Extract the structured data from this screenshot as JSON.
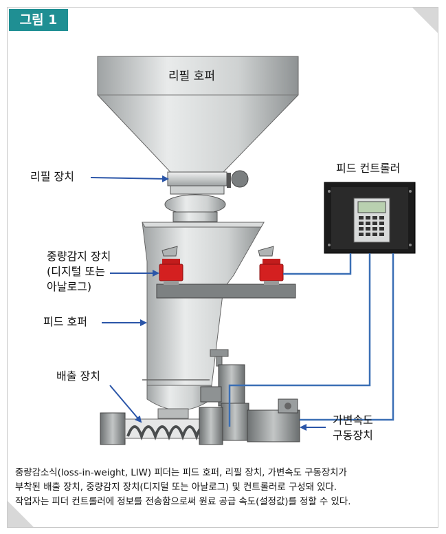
{
  "figure": {
    "badge": "그림 1"
  },
  "labels": {
    "refill_hopper": "리필 호퍼",
    "refill_device": "리필 장치",
    "feed_controller": "피드 컨트롤러",
    "load_cell_line1": "중량감지 장치",
    "load_cell_line2": "(디지털 또는",
    "load_cell_line3": "아날로그)",
    "feed_hopper": "피드 호퍼",
    "discharge_device": "배출 장치",
    "drive_line1": "가변속도",
    "drive_line2": "구동장치"
  },
  "caption": {
    "line1": "중량감소식(loss-in-weight, LIW) 피더는 피드 호퍼, 리필 장치, 가변속도 구동장치가",
    "line2": "부착된 배출 장치, 중량감지 장치(디지털 또는 아날로그) 및 컨트롤러로 구성돼 있다.",
    "line3": "작업자는 피더 컨트롤러에 정보를 전송함으로써 원료 공급 속도(설정값)를 정할 수 있다."
  },
  "colors": {
    "badge": "#1f8f93",
    "arrow": "#2a55a8",
    "wire": "#3a6fb5",
    "load_cell": "#d42020",
    "steel_light": "#e2e4e4",
    "steel_dark": "#8e9293",
    "controller": "#1b1b1b"
  }
}
